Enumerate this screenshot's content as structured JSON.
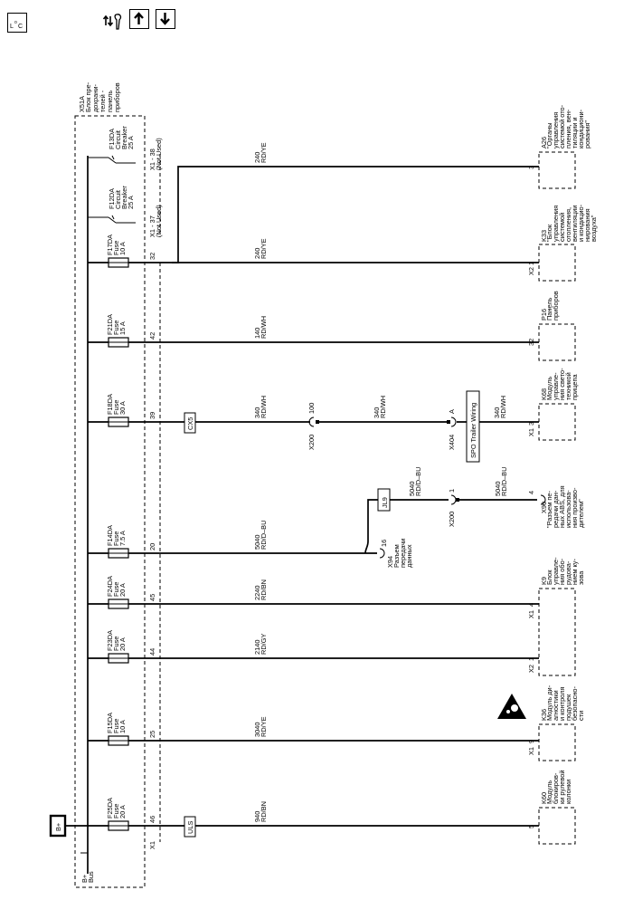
{
  "toolbar": {
    "buttons": [
      {
        "name": "location-button",
        "icon": "location-icon",
        "glyph": "L₀C"
      },
      {
        "name": "tools-button",
        "icon": "wrench-arrows-icon",
        "glyph": "⇅"
      },
      {
        "name": "page-up-button",
        "icon": "arrow-up-icon",
        "glyph": "↑"
      },
      {
        "name": "page-down-button",
        "icon": "arrow-down-icon",
        "glyph": "↓"
      }
    ]
  },
  "fuse_block": {
    "ref": "X51A",
    "desc": [
      "Блок пре-",
      "дохрани-",
      "телей -",
      "панель",
      "приборов"
    ],
    "connector": "X1",
    "bus_label": [
      "B+",
      "Bus"
    ],
    "power": "B+"
  },
  "circuits": [
    {
      "id": "f13",
      "fuse": [
        "F13DA",
        "Circuit",
        "Breaker",
        "25 A"
      ],
      "pin": "38",
      "note": "(Not Used)"
    },
    {
      "id": "f12",
      "fuse": [
        "F12DA",
        "Circuit",
        "Breaker",
        "25 A"
      ],
      "pin": "37",
      "note": "(Not Used)"
    },
    {
      "id": "f17",
      "fuse": [
        "F17DA",
        "Fuse",
        "10 A"
      ],
      "pin": "32",
      "wire": [
        "240",
        "RD/YE"
      ],
      "jumper_wire": [
        "240",
        "RD/YE"
      ],
      "dest_pin": "1",
      "dest_conn": "X2",
      "top_pin": "3",
      "dest_ref": "K33",
      "dest_desc": [
        "\"Блок",
        "управления",
        "системой",
        "отопления,",
        "вентиляции",
        "и кондицио-",
        "нирования",
        "воздуха\""
      ],
      "top_ref": "A26",
      "top_desc": [
        "\"Органы",
        "управления",
        "системой ото-",
        "пления, вен-",
        "тиляции и",
        "кондициони-",
        "рования\""
      ]
    },
    {
      "id": "f21",
      "fuse": [
        "F21DA",
        "Fuse",
        "15 A"
      ],
      "pin": "42",
      "wire": [
        "140",
        "RD/WH"
      ],
      "dest_pin": "32",
      "dest_ref": "P16",
      "dest_desc": [
        "Панель",
        "приборов"
      ]
    },
    {
      "id": "f18",
      "fuse": [
        "F18DA",
        "Fuse",
        "30 A"
      ],
      "pin": "39",
      "wire": [
        "340",
        "RD/WH"
      ],
      "wire2": [
        "340",
        "RD/WH"
      ],
      "wire3": [
        "340",
        "RD/WH"
      ],
      "inline1": "CX5",
      "x200_pin": "100",
      "x200": "X200",
      "x404_pin": "A",
      "x404": "X404",
      "option": "SPO Trailer Wiring",
      "dest_pin": "3",
      "dest_conn": "X1",
      "dest_ref": "K68",
      "dest_desc": [
        "Модуль",
        "управле-",
        "ния свето-",
        "техникой",
        "прицепа"
      ]
    },
    {
      "id": "f14",
      "fuse": [
        "F14DA",
        "Fuse",
        "7.5 A"
      ],
      "pin": "20",
      "wire": [
        "5040",
        "RD/D–BU"
      ],
      "wire2": [
        "5040",
        "RD/D–BU"
      ],
      "wire3": [
        "5040",
        "RD/D–BU"
      ],
      "splice": "JL9",
      "x94_pin": "16",
      "x94": "X94",
      "x94_desc": [
        "Разъем",
        "передачи",
        "данных"
      ],
      "x200_pin": "1",
      "x200": "X200",
      "x90_pin": "4",
      "x90": "X90",
      "x90_desc": [
        "\"Разъем пе-",
        "редачи дан-",
        "ных ABS, для",
        "использова-",
        "ния произво-",
        "дителем\""
      ]
    },
    {
      "id": "f24",
      "fuse": [
        "F24DA",
        "Fuse",
        "20 A"
      ],
      "pin": "45",
      "wire": [
        "2240",
        "RD/BN"
      ],
      "dest_pin": "4",
      "dest_conn": "X1",
      "dest_ref": "K9",
      "dest_desc": [
        "Блок",
        "управле-",
        "ния обо-",
        "рудова-",
        "нием ку-",
        "зова"
      ]
    },
    {
      "id": "f23",
      "fuse": [
        "F23DA",
        "Fuse",
        "20 A"
      ],
      "pin": "44",
      "wire": [
        "2140",
        "RD/GY"
      ],
      "dest_pin": "1",
      "dest_conn": "X2"
    },
    {
      "id": "f15",
      "fuse": [
        "F15DA",
        "Fuse",
        "10 A"
      ],
      "pin": "25",
      "wire": [
        "3040",
        "RD/YE"
      ],
      "dest_pin": "9",
      "dest_conn": "X1",
      "dest_ref": "K36",
      "dest_desc": [
        "Модуль ди-",
        "агностики",
        "и контроля",
        "подушек",
        "безопасно-",
        "сти"
      ]
    },
    {
      "id": "f25",
      "fuse": [
        "F25DA",
        "Fuse",
        "20 A"
      ],
      "pin": "46",
      "wire": [
        "940",
        "RD/BN"
      ],
      "inline1": "ULS",
      "dest_pin": "5",
      "dest_ref": "K60",
      "dest_desc": [
        "Модуль",
        "блокиров-",
        "ки рулевой",
        "колонки"
      ]
    }
  ]
}
